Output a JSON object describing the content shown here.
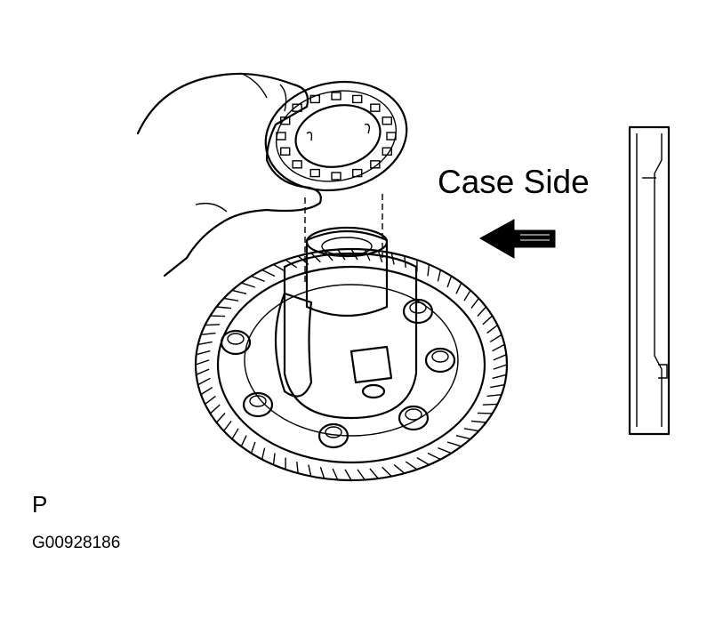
{
  "figure": {
    "callout": "Case Side",
    "view_letter": "P",
    "figure_id": "G00928186"
  },
  "icons": {
    "hand": "hand-icon",
    "bearing_race": "bearing-race-icon",
    "differential_case": "differential-case-icon",
    "arrow": "arrow-left-icon",
    "case_section": "case-section-icon"
  }
}
